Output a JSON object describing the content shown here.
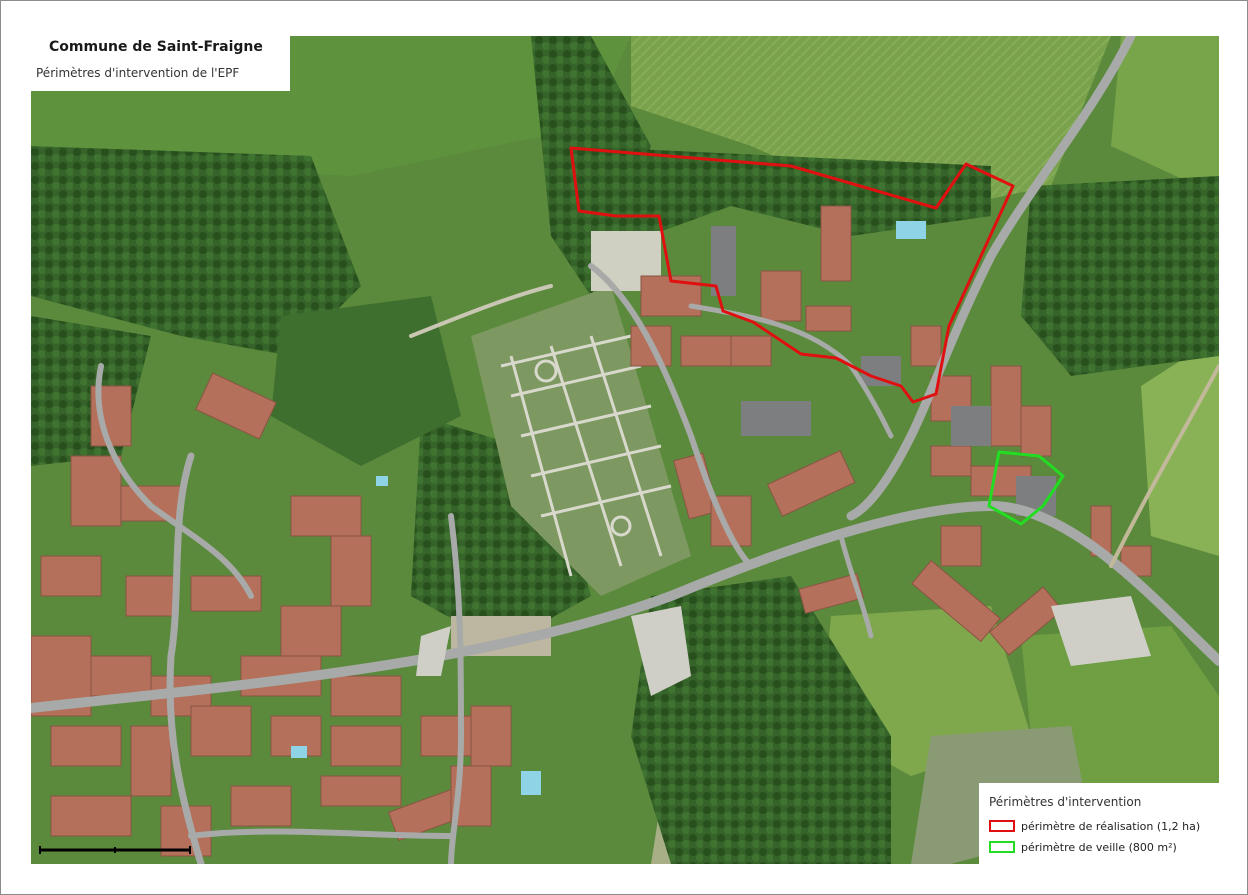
{
  "title": {
    "main": "Commune de Saint-Fraigne",
    "sub": "Périmètres d'intervention de l'EPF"
  },
  "legend": {
    "title": "Périmètres d'intervention",
    "items": [
      {
        "label": "périmètre de réalisation (1,2 ha)",
        "color": "#e01010"
      },
      {
        "label": "périmètre de veille (800 m²)",
        "color": "#22dd22"
      }
    ]
  },
  "colors": {
    "realisation": "#e01010",
    "veille": "#22dd22",
    "road": "#a4a8a6",
    "roof": "#b4705a",
    "forest": "#2f5a20",
    "field": "#6f9a45"
  }
}
